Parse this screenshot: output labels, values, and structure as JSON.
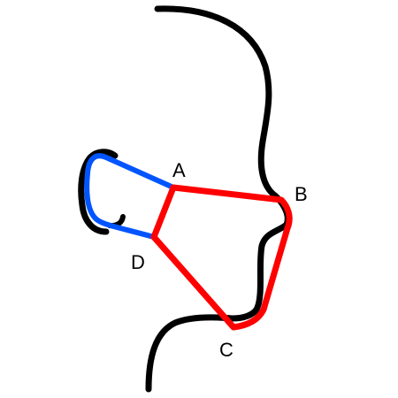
{
  "diagram": {
    "points": [
      {
        "id": "A",
        "label": "A"
      },
      {
        "id": "B",
        "label": "B"
      },
      {
        "id": "C",
        "label": "C"
      },
      {
        "id": "D",
        "label": "D"
      }
    ],
    "colors": {
      "outline": "#000000",
      "mask": "#ff0000",
      "strap": "#0055ff",
      "background": "#ffffff"
    }
  }
}
